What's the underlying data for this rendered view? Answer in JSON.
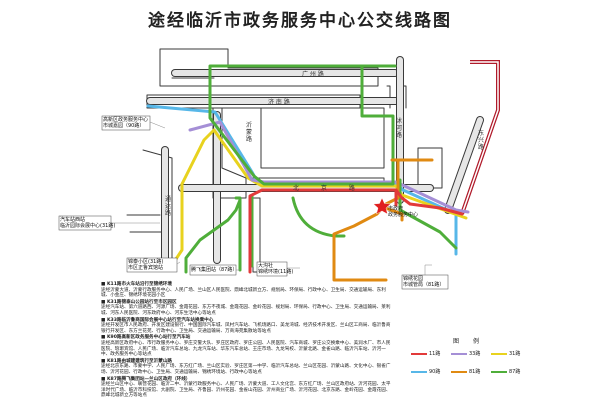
{
  "title": "途经临沂市政务服务中心公交线路图",
  "roads": {
    "r1": "广 州 路",
    "r2": "济 南 路",
    "r3": "北 京 路",
    "r4": "沂 蒙 路",
    "r5": "通 达 路",
    "r6": "沭 河 路",
    "r7": "东 兴 路"
  },
  "stops": {
    "s1": [
      "高新区政务服务中心",
      "市城嘉园（90路）"
    ],
    "s2": [
      "汽车站西站",
      "临沂园际会展中心(31路)"
    ],
    "s3": [
      "锦泰小区(31路)",
      "市区正鲁宾馆站"
    ],
    "s4": [
      "腾飞集团站（87路）"
    ],
    "s5": [
      "大沟社",
      "锦绣环境(11路)"
    ],
    "s6": [
      "市政府",
      "政务服务中心"
    ],
    "s7": [
      "锦绣花园",
      "市城管局（81路）"
    ]
  },
  "notes": [
    {
      "head": "■ K11路市火车站沿行至锦绣环境",
      "body": "途经沂蒙大道、沂蒙行政服务中心、人民广场、兰山区人民医院、鼎峰北城新立方、规划局、环保局、行政中心、卫生局、交通运输局、东利城、小金庄、锦绣环境花园小区"
    },
    {
      "head": "■ K31路锦泰山公园站行至市区园区",
      "body": "途经汽车站、第六道路西、河源广场、金霞花园、东方不夜城、金霞花园、金岭花园、规划局、环保局、行政中心、卫生局、交通运输局、莱利城、河东人民医院、河东政府中心、河东生活中心等站点"
    },
    {
      "head": "■ K33路临沂鲁商国际会展中心站行至汽车站换乘中心",
      "body": "途经开发区市人民政府、开发区建设银行、中国国际汽车城、凤村汽车站、飞机场路口、美龙湾城、经济技术开发区、兰山区工商局、临沂鲁商银行开发区、东方兰花苑、行政中心、卫生局、交通运输局、万商海苑集散站等站点"
    },
    {
      "head": "■ K90路高新区政务服务中心站行至汽车站",
      "body": "途经高新区政府中心、市行政服务中心、罗庄交警大队、罗庄区政府、罗庄公园、人民医院、汽车商城、罗庄公交换乘中心、美润水厂、市人民医院、琅琊宾馆、人民广场、临沂汽车总站、九龙汽车站、华东汽车总站、王庄市场、九龙驾校、沂蒙北路、金雀山路、临沂汽车站、沂河一中、政务服务中心等站点"
    },
    {
      "head": "■ K81路由城建建筑行至沂蒙山路",
      "body": "途经北京东路、市蒙中学、人民广场、东方红广场、兰山区实验、罗庄区第一中学、临沂汽车总站、兰山区花园、沂蒙山路、文化中心、银雀广场、沂河花园、行政中心、卫生局、交通运输局、锦绣环境站、行政中心等站点"
    },
    {
      "head": "■ K87路腾飞集团站—兰山区政府（环线）",
      "body": "途经兰山区中心、联营花园、临沂二中、沂蒙行政服务中心、人民广场、沂蒙大道、工人文化宫、东方红广场、兰山区政府站、沂河花园、太平洋时代广场、临沂市科技馆、大剧院、卫生局、齐鲁园、沂州花园、金雀山花园、沂州商业广场、沂河花园、北京东路、金岭花园、金霞花园、鼎峰北城新立方等站点"
    }
  ],
  "legend": {
    "heading": "图 例",
    "items": [
      {
        "label": "11路",
        "color": "#e23a3a"
      },
      {
        "label": "33路",
        "color": "#a58fd6"
      },
      {
        "label": "31路",
        "color": "#e8d21e"
      },
      {
        "label": "90路",
        "color": "#57b7e8"
      },
      {
        "label": "81路",
        "color": "#e08a12"
      },
      {
        "label": "87路",
        "color": "#4fae3a"
      }
    ]
  },
  "colors": {
    "road": "#e6e6e6",
    "road_edge": "#3a3a3a",
    "highway": "#b01a2a"
  }
}
